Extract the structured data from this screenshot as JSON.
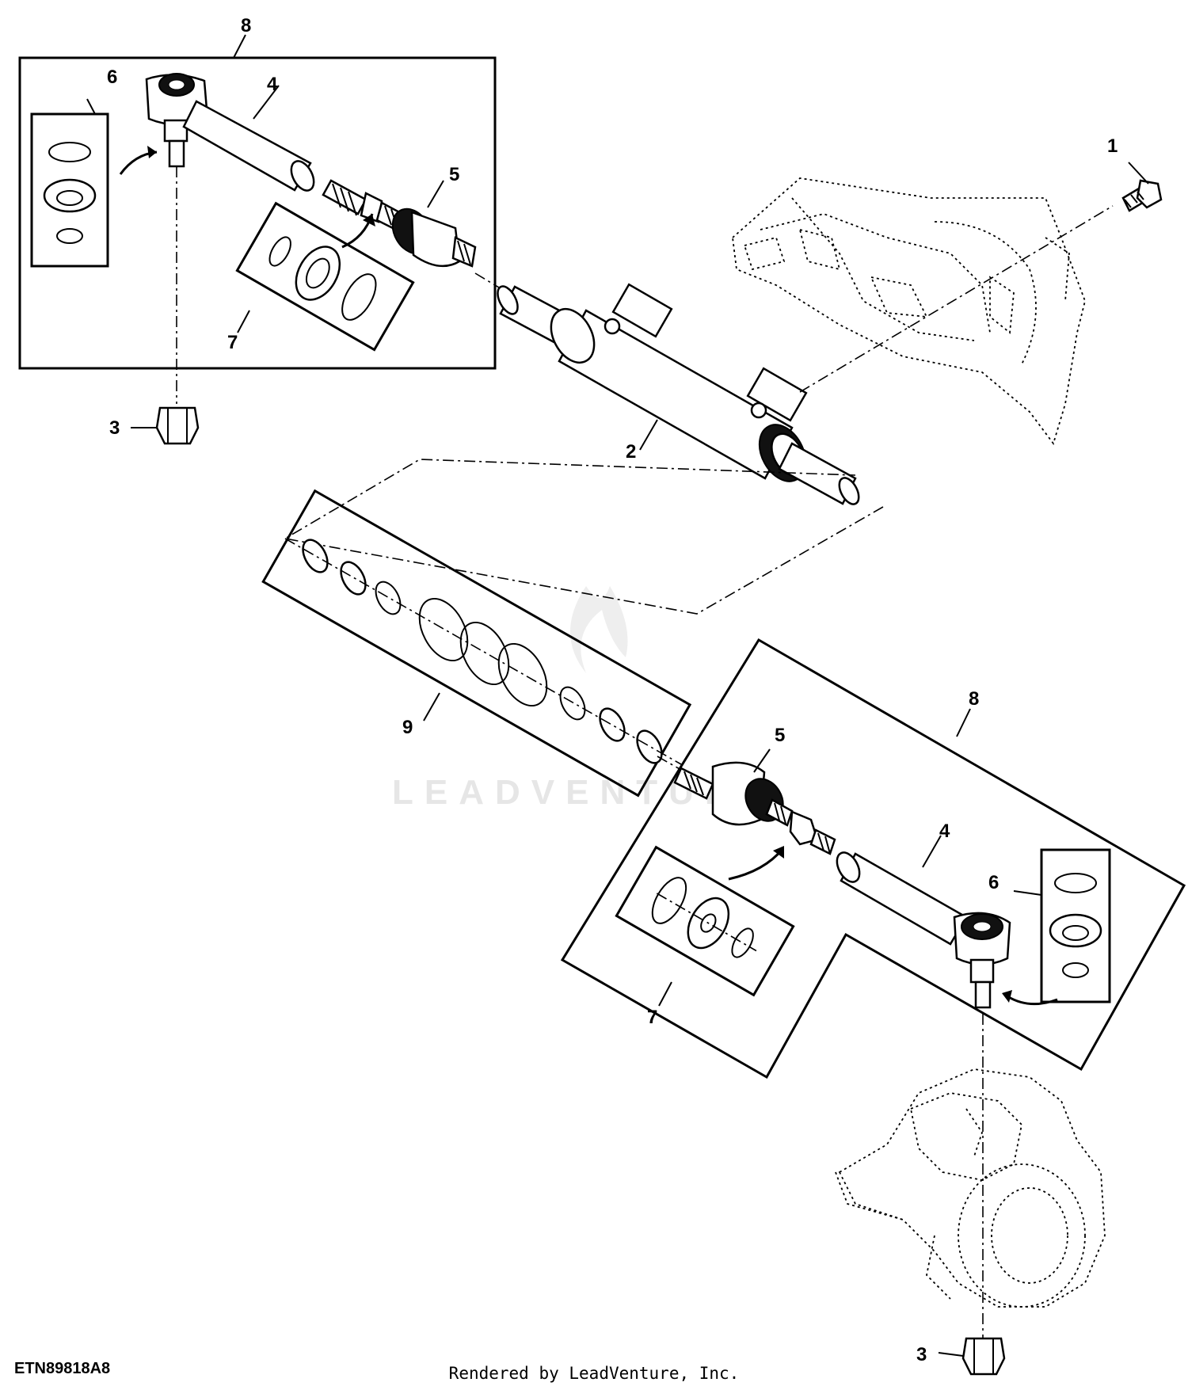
{
  "diagram": {
    "callouts": {
      "c1": "1",
      "c2": "2",
      "c3_top": "3",
      "c3_bottom": "3",
      "c4_top": "4",
      "c4_bottom": "4",
      "c5_top": "5",
      "c5_bottom": "5",
      "c6_top": "6",
      "c6_bottom": "6",
      "c7_top": "7",
      "c7_bottom": "7",
      "c8_top": "8",
      "c8_bottom": "8",
      "c9": "9"
    },
    "watermark": "LEADVENTURE"
  },
  "figure_id": "ETN89818A8",
  "footer_text": "Rendered by LeadVenture, Inc."
}
